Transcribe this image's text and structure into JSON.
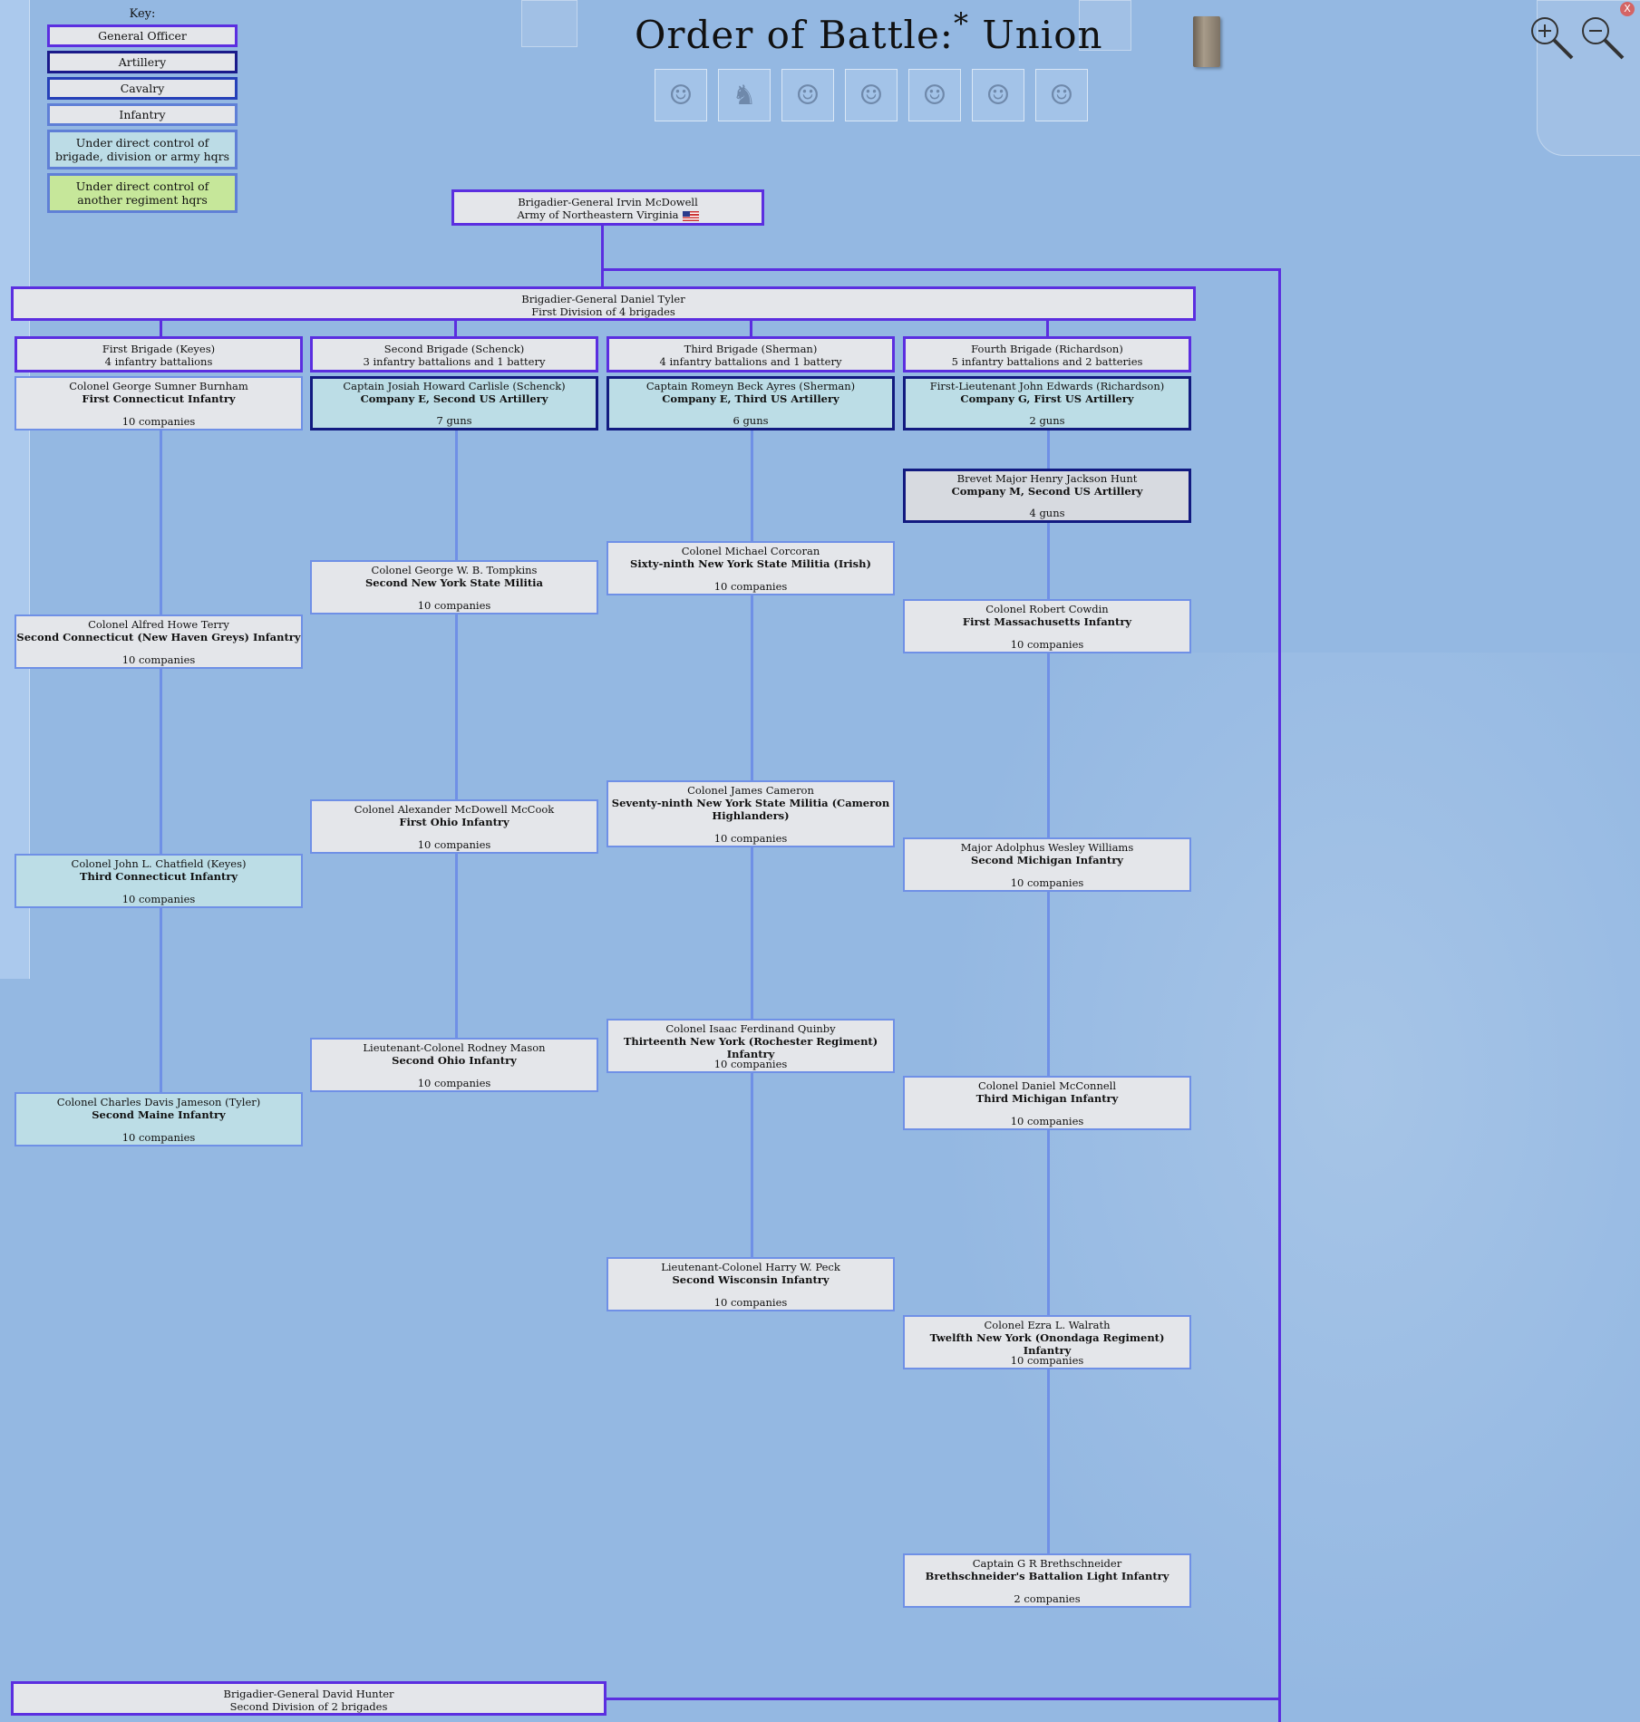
{
  "title": {
    "main": "Order of Battle:",
    "star": "*",
    "side": "Union"
  },
  "toolbar": {
    "portraits": [
      "portrait-1",
      "portrait-2",
      "portrait-3",
      "portrait-4",
      "portrait-5",
      "portrait-6",
      "portrait-7"
    ],
    "close_label": "X"
  },
  "key": {
    "title": "Key:",
    "general": "General Officer",
    "artillery": "Artillery",
    "cavalry": "Cavalry",
    "infantry": "Infantry",
    "brigade_ctrl": "Under direct control of brigade, division or army hqrs",
    "regiment_ctrl": "Under direct control of another regiment hqrs"
  },
  "army": {
    "commander": "Brigadier-General Irvin McDowell",
    "unit": "Army of Northeastern Virginia"
  },
  "div1": {
    "commander": "Brigadier-General Daniel Tyler",
    "unit": "First Division of 4 brigades"
  },
  "div2": {
    "commander": "Brigadier-General David Hunter",
    "unit": "Second Division of 2 brigades"
  },
  "brigades": [
    {
      "name": "First Brigade (Keyes)",
      "strength": "4 infantry battalions"
    },
    {
      "name": "Second Brigade (Schenck)",
      "strength": "3 infantry battalions and 1 battery"
    },
    {
      "name": "Third Brigade (Sherman)",
      "strength": "4 infantry battalions and 1 battery"
    },
    {
      "name": "Fourth Brigade (Richardson)",
      "strength": "5 infantry battalions and 2 batteries"
    }
  ],
  "col1": [
    {
      "officer": "Colonel George Sumner Burnham",
      "unit": "First Connecticut Infantry",
      "size": "10 companies"
    },
    {
      "officer": "Colonel Alfred Howe Terry",
      "unit": "Second Connecticut (New Haven Greys) Infantry",
      "size": "10 companies"
    },
    {
      "officer": "Colonel John L. Chatfield (Keyes)",
      "unit": "Third Connecticut Infantry",
      "size": "10 companies"
    },
    {
      "officer": "Colonel Charles Davis Jameson (Tyler)",
      "unit": "Second Maine Infantry",
      "size": "10 companies"
    }
  ],
  "col2": [
    {
      "officer": "Captain Josiah Howard Carlisle (Schenck)",
      "unit": "Company E, Second US Artillery",
      "size": "7 guns"
    },
    {
      "officer": "Colonel George W. B. Tompkins",
      "unit": "Second New York State Militia",
      "size": "10 companies"
    },
    {
      "officer": "Colonel Alexander McDowell McCook",
      "unit": "First Ohio Infantry",
      "size": "10 companies"
    },
    {
      "officer": "Lieutenant-Colonel Rodney Mason",
      "unit": "Second Ohio Infantry",
      "size": "10 companies"
    }
  ],
  "col3": [
    {
      "officer": "Captain Romeyn Beck Ayres (Sherman)",
      "unit": "Company E, Third US Artillery",
      "size": "6 guns"
    },
    {
      "officer": "Colonel Michael Corcoran",
      "unit": "Sixty-ninth New York State Militia (Irish)",
      "size": "10 companies"
    },
    {
      "officer": "Colonel James Cameron",
      "unit": "Seventy-ninth New York State Militia (Cameron Highlanders)",
      "size": "10 companies"
    },
    {
      "officer": "Colonel Isaac Ferdinand Quinby",
      "unit": "Thirteenth New York (Rochester Regiment) Infantry",
      "size": "10 companies"
    },
    {
      "officer": "Lieutenant-Colonel Harry W. Peck",
      "unit": "Second Wisconsin Infantry",
      "size": "10 companies"
    }
  ],
  "col4": [
    {
      "officer": "First-Lieutenant John Edwards (Richardson)",
      "unit": "Company G, First US Artillery",
      "size": "2 guns"
    },
    {
      "officer": "Brevet Major Henry Jackson Hunt",
      "unit": "Company M, Second US Artillery",
      "size": "4 guns"
    },
    {
      "officer": "Colonel Robert Cowdin",
      "unit": "First Massachusetts Infantry",
      "size": "10 companies"
    },
    {
      "officer": "Major Adolphus Wesley Williams",
      "unit": "Second Michigan Infantry",
      "size": "10 companies"
    },
    {
      "officer": "Colonel Daniel McConnell",
      "unit": "Third Michigan Infantry",
      "size": "10 companies"
    },
    {
      "officer": "Colonel Ezra L. Walrath",
      "unit": "Twelfth New York (Onondaga Regiment) Infantry",
      "size": "10 companies"
    },
    {
      "officer": "Captain G R Brethschneider",
      "unit": "Brethschneider's Battalion Light Infantry",
      "size": "2 companies"
    }
  ],
  "colors": {
    "background": "#94b8e2",
    "general_border": "#5b2ee0",
    "artillery_border": "#121a80",
    "cavalry_border": "#2540b8",
    "infantry_border": "#6f90e6",
    "brigade_control_fill": "#bcdde6",
    "regiment_control_fill": "#c6e79a"
  }
}
